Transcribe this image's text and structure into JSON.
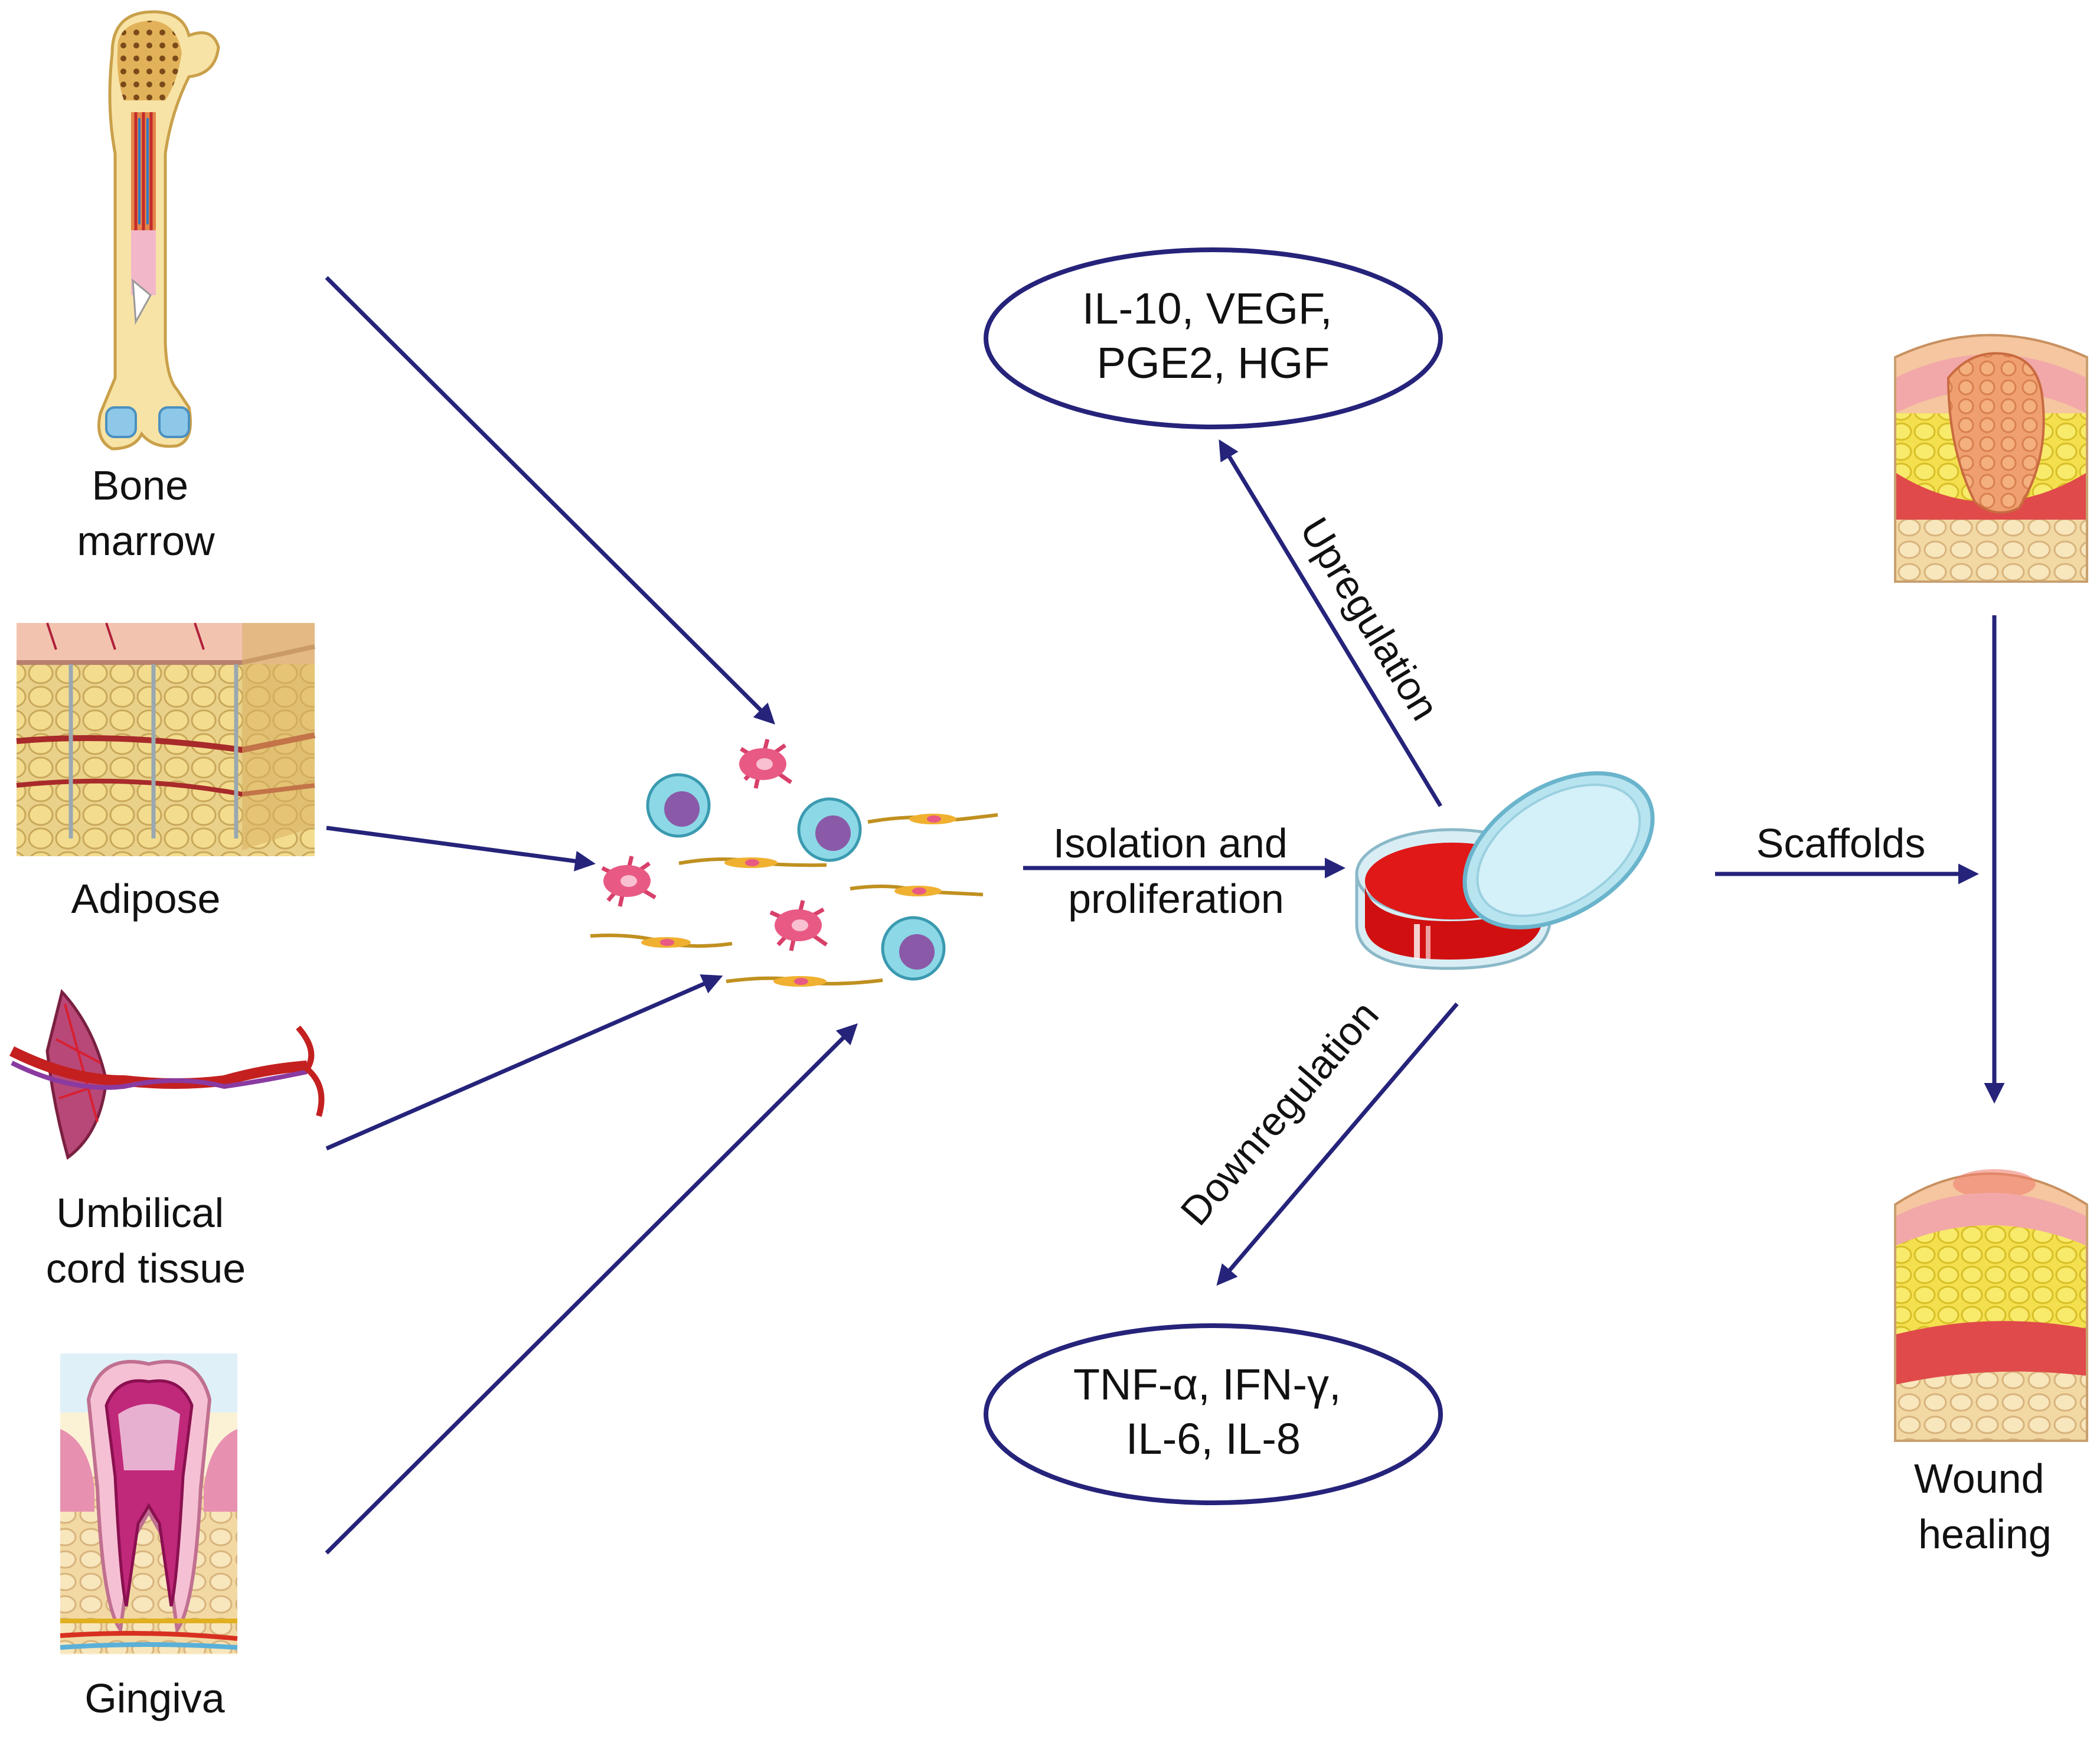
{
  "colors": {
    "arrow": "#25237a",
    "text": "#111111",
    "background": "#ffffff"
  },
  "sources": [
    {
      "icon": "bone-marrow-illustration",
      "label_lines": [
        "Bone",
        "marrow"
      ]
    },
    {
      "icon": "adipose-tissue-illustration",
      "label_lines": [
        "Adipose"
      ]
    },
    {
      "icon": "umbilical-cord-illustration",
      "label_lines": [
        "Umbilical",
        "cord tissue"
      ]
    },
    {
      "icon": "gingiva-tooth-illustration",
      "label_lines": [
        "Gingiva"
      ]
    }
  ],
  "center": {
    "icon": "msc-cells-cluster",
    "process_label_lines": [
      "Isolation and",
      "proliferation"
    ]
  },
  "dish": {
    "icon": "petri-dish"
  },
  "upregulation": {
    "label": "Upregulation",
    "factors_lines": [
      "IL-10, VEGF,",
      "PGE2, HGF"
    ]
  },
  "downregulation": {
    "label": "Downregulation",
    "factors_lines": [
      "TNF-α, IFN-γ,",
      "IL-6, IL-8"
    ]
  },
  "right": {
    "scaffolds_label": "Scaffolds",
    "wound_icon": "open-wound-skin-section",
    "healed_icon": "healed-skin-section",
    "outcome_lines": [
      "Wound",
      "healing"
    ]
  }
}
